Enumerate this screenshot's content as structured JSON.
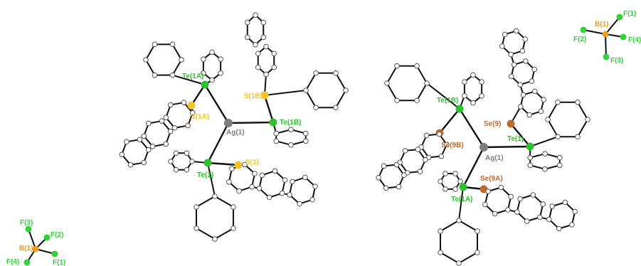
{
  "colors": {
    "Ag": "#7d7d7d",
    "Te": "#2fc02f",
    "S": "#f4c52a",
    "Se": "#c06a2c",
    "B": "#f29a1e",
    "F": "#34d13a",
    "C": "#ffffff",
    "bond": "#111111"
  },
  "molecules": {
    "left_complex": {
      "Ag": "Ag(1)",
      "Te1": "Te(1)",
      "Te1A": "Te(1A)",
      "Te1B": "Te(1B)",
      "S1": "S(1)",
      "S1A": "S(1A)",
      "S1B": "S(1B)"
    },
    "right_complex": {
      "Ag": "Ag(1)",
      "Te1": "Te(1)",
      "Te1A": "Te(1A)",
      "Te1B": "Te(1B)",
      "Se9": "Se(9)",
      "Se9A": "Se(9A)",
      "Se9B": "Se(9B)"
    },
    "anion_top_right": {
      "B": "B(1)",
      "F1": "F(1)",
      "F2": "F(2)",
      "F3": "F(3)",
      "F4": "F(4)"
    },
    "anion_bottom_left": {
      "B": "B(1)",
      "F1": "F(1)",
      "F2": "F(2)",
      "F3": "F(3)",
      "F4": "F(4)"
    }
  }
}
